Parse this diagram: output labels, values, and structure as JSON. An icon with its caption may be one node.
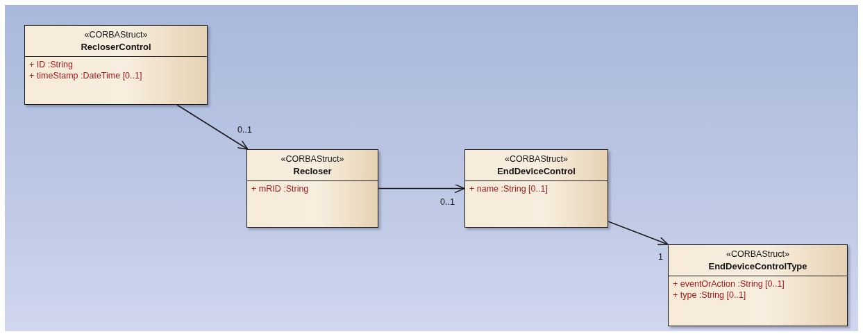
{
  "diagram": {
    "nodes": [
      {
        "text": [
          "«CORBAStruct»",
          "RecloserControl",
          "+ ID :String",
          "+ timeStamp :DateTime [0..1]"
        ]
      },
      {
        "text": [
          "«CORBAStruct»",
          "Recloser",
          "+ mRID :String"
        ]
      },
      {
        "text": [
          "«CORBAStruct»",
          "EndDeviceControl",
          "+ name :String [0..1]"
        ]
      },
      {
        "text": [
          "«CORBAStruct»",
          "EndDeviceControlType",
          "+ eventOrAction :String [0..1]",
          "+ type :String [0..1]"
        ]
      }
    ],
    "edges": [
      {
        "from": 0,
        "to": 1,
        "arrow": "to",
        "label": "0..1"
      },
      {
        "from": 1,
        "to": 2,
        "arrow": "to",
        "label": "0..1"
      },
      {
        "from": 2,
        "to": 3,
        "arrow": "to",
        "label": "1"
      }
    ]
  }
}
